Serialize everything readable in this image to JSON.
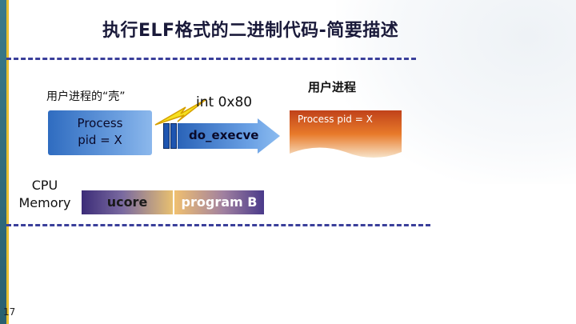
{
  "slide": {
    "title": "执行ELF格式的二进制代码-简要描述",
    "page_number": "17"
  },
  "left_section": {
    "shell_label": "用户进程的“壳”",
    "process_line1": "Process",
    "process_line2": "pid = X"
  },
  "middle_section": {
    "interrupt_label": "int 0x80",
    "syscall_label": "do_execve"
  },
  "right_section": {
    "user_process_label": "用户进程",
    "doc_text": "Process   pid = X"
  },
  "memory": {
    "label_line1": "CPU",
    "label_line2": "Memory",
    "ucore_label": "ucore",
    "program_label": "program B"
  },
  "colors": {
    "title_dash": "#3a3f9a",
    "process_blue": "#2f6cc0",
    "lightning_yellow": "#f5e020",
    "doc_orange": "#e87a2a",
    "ucore_gradient_start": "#4a3a8a",
    "program_gradient_end": "#5a4a9a"
  }
}
